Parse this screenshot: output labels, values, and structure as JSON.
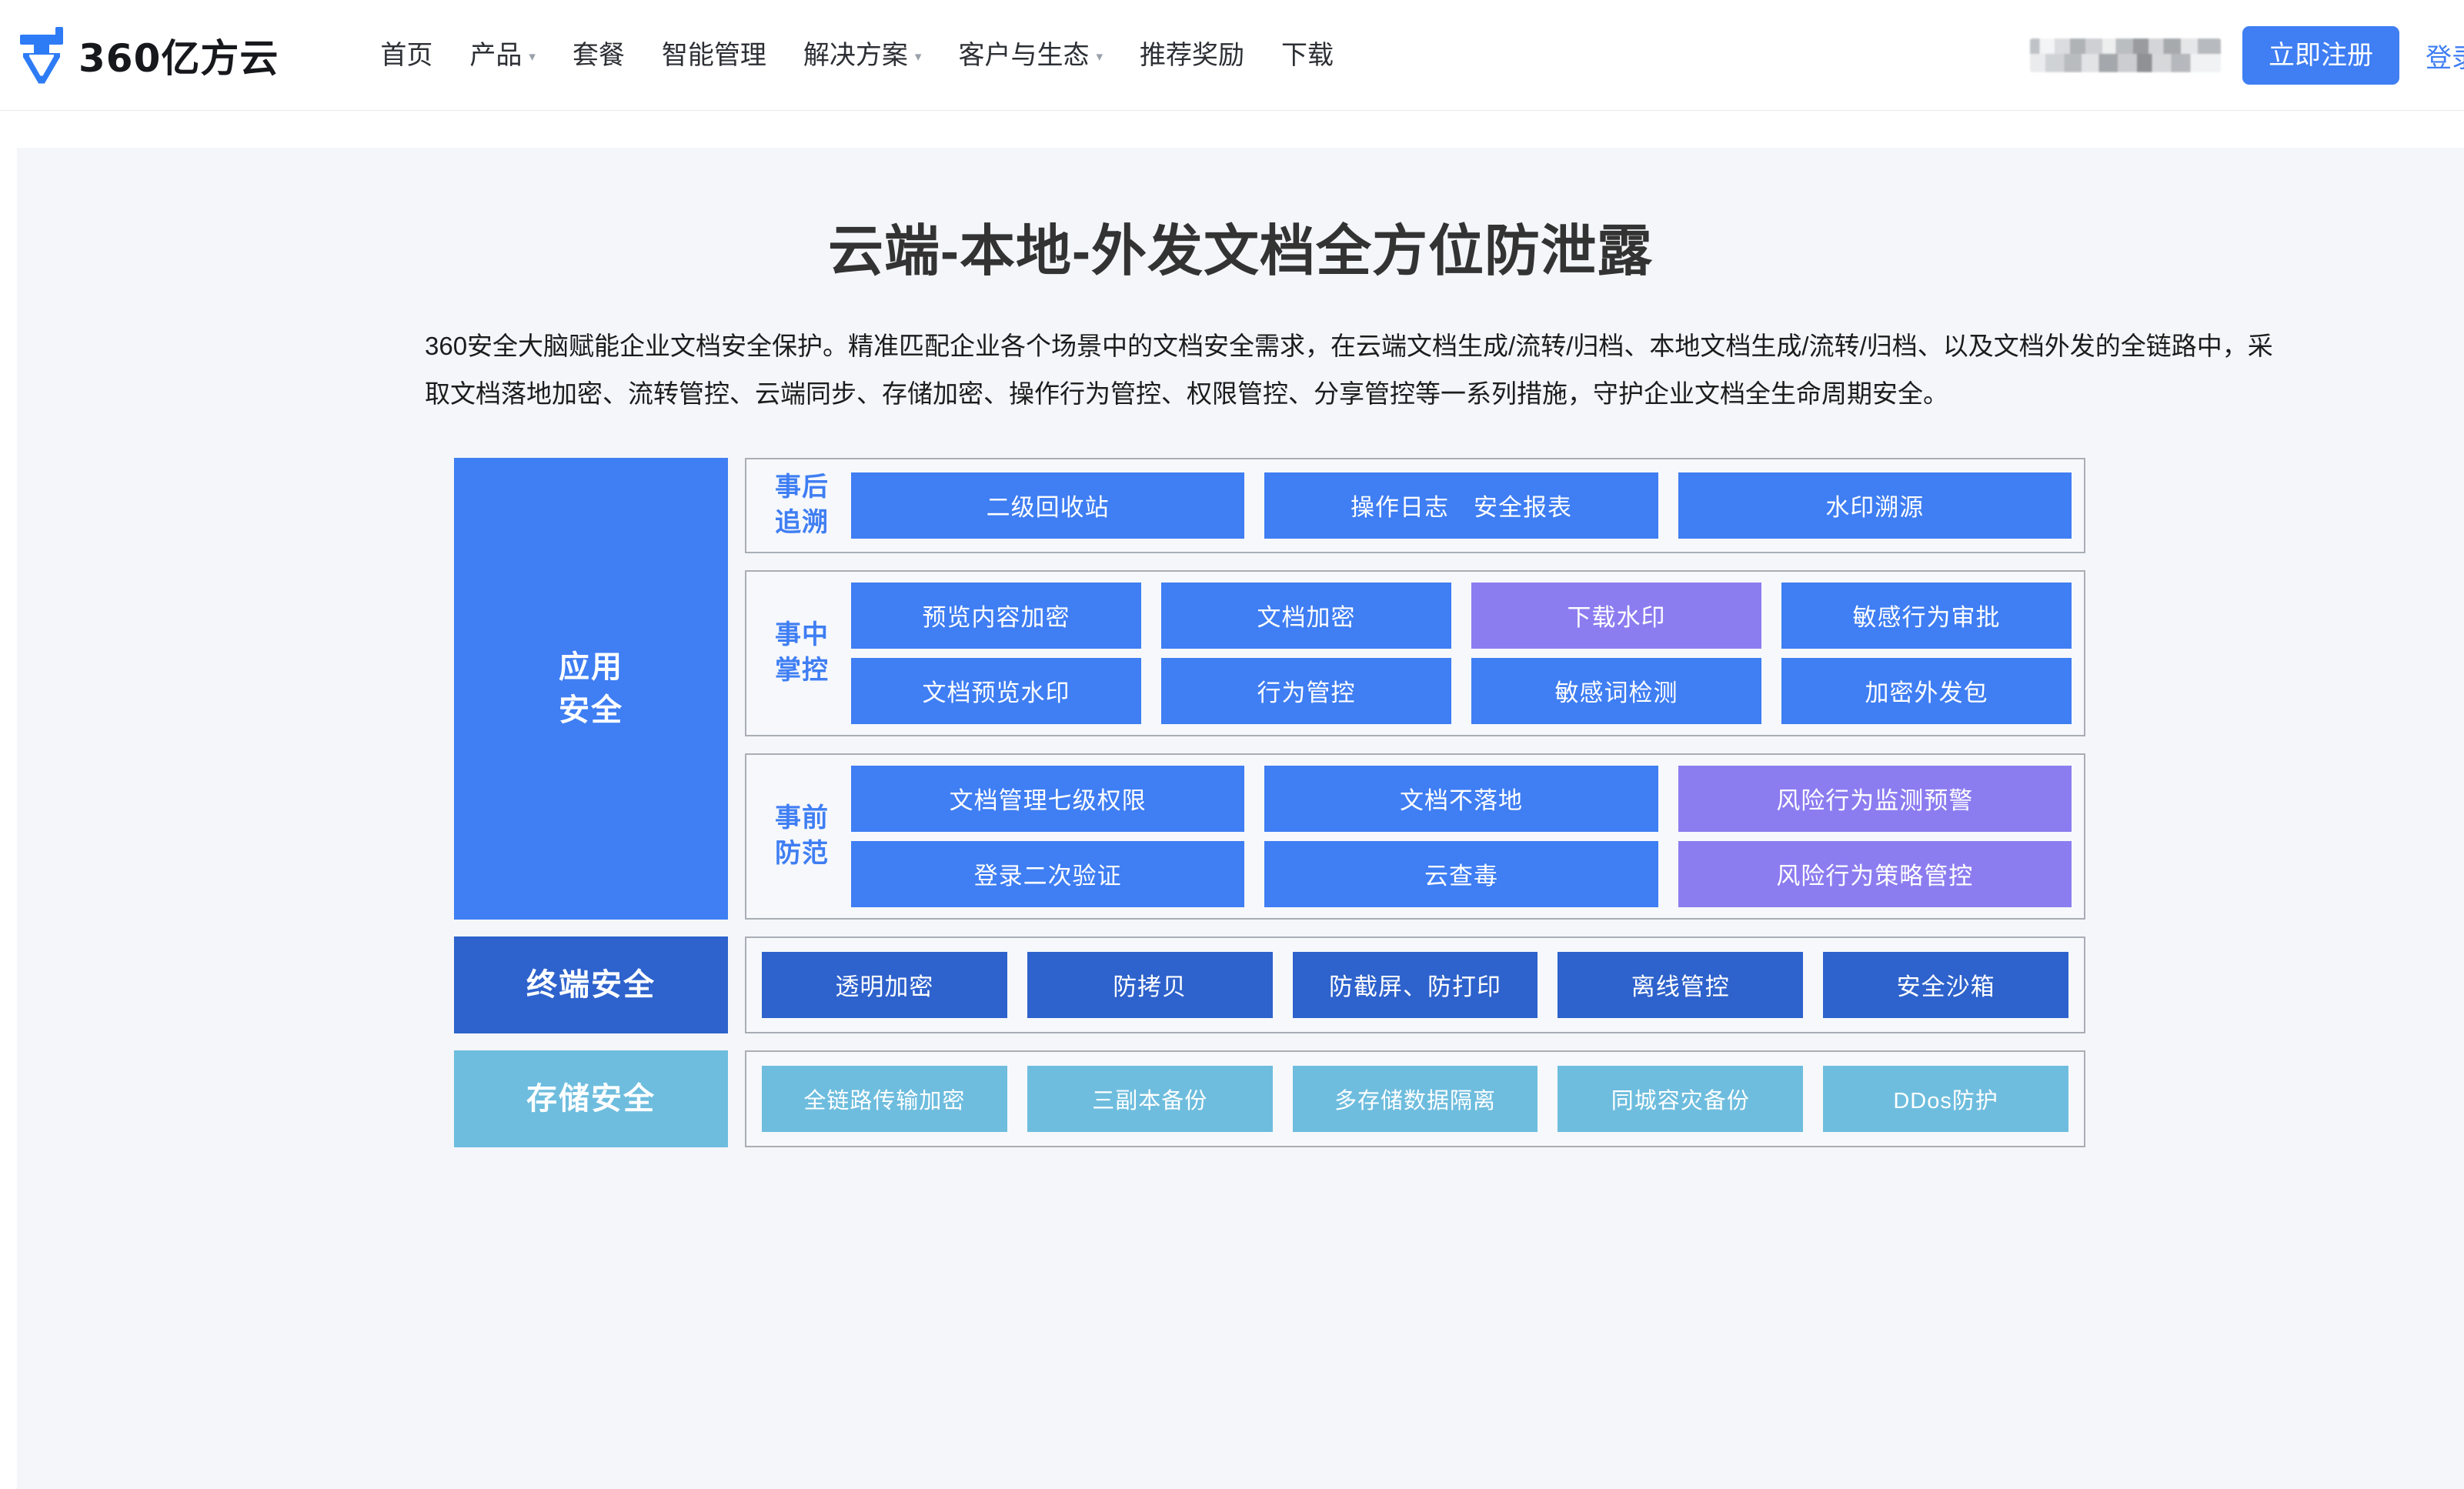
{
  "header": {
    "brand_name": "360亿方云",
    "nav": [
      {
        "label": "首页",
        "has_caret": false
      },
      {
        "label": "产品",
        "has_caret": true
      },
      {
        "label": "套餐",
        "has_caret": false
      },
      {
        "label": "智能管理",
        "has_caret": false
      },
      {
        "label": "解决方案",
        "has_caret": true
      },
      {
        "label": "客户与生态",
        "has_caret": true
      },
      {
        "label": "推荐奖励",
        "has_caret": false
      },
      {
        "label": "下载",
        "has_caret": false
      }
    ],
    "register_label": "立即注册",
    "login_label": "登录",
    "accent_color": "#3f7ef3"
  },
  "hero": {
    "title": "云端-本地-外发文档全方位防泄露",
    "description": "360安全大脑赋能企业文档安全保护。精准匹配企业各个场景中的文档安全需求，在云端文档生成/流转/归档、本地文档生成/流转/归档、以及文档外发的全链路中，采取文档落地加密、流转管控、云端同步、存储加密、操作行为管控、权限管控、分享管控等一系列措施，守护企业文档全生命周期安全。"
  },
  "diagram": {
    "tiers": [
      {
        "label": "应用\n安全",
        "label_color": "#3f7ef3",
        "groups": [
          {
            "label": "事后\n追溯",
            "rows": [
              [
                {
                  "text": "二级回收站",
                  "color": "#3f7ef3"
                },
                {
                  "text": "操作日志　安全报表",
                  "color": "#3f7ef3"
                },
                {
                  "text": "水印溯源",
                  "color": "#3f7ef3"
                }
              ]
            ]
          },
          {
            "label": "事中\n掌控",
            "rows": [
              [
                {
                  "text": "预览内容加密",
                  "color": "#3f7ef3"
                },
                {
                  "text": "文档加密",
                  "color": "#3f7ef3"
                },
                {
                  "text": "下载水印",
                  "color": "#8b7df0"
                },
                {
                  "text": "敏感行为审批",
                  "color": "#3f7ef3"
                }
              ],
              [
                {
                  "text": "文档预览水印",
                  "color": "#3f7ef3"
                },
                {
                  "text": "行为管控",
                  "color": "#3f7ef3"
                },
                {
                  "text": "敏感词检测",
                  "color": "#3f7ef3"
                },
                {
                  "text": "加密外发包",
                  "color": "#3f7ef3"
                }
              ]
            ]
          },
          {
            "label": "事前\n防范",
            "rows": [
              [
                {
                  "text": "文档管理七级权限",
                  "color": "#3f7ef3"
                },
                {
                  "text": "文档不落地",
                  "color": "#3f7ef3"
                },
                {
                  "text": "风险行为监测预警",
                  "color": "#8b7df0"
                }
              ],
              [
                {
                  "text": "登录二次验证",
                  "color": "#3f7ef3"
                },
                {
                  "text": "云查毒",
                  "color": "#3f7ef3"
                },
                {
                  "text": "风险行为策略管控",
                  "color": "#8b7df0"
                }
              ]
            ]
          }
        ]
      },
      {
        "label": "终端安全",
        "label_color": "#2e62cc",
        "groups": [
          {
            "label": "",
            "rows": [
              [
                {
                  "text": "透明加密",
                  "color": "#2e62cc"
                },
                {
                  "text": "防拷贝",
                  "color": "#2e62cc"
                },
                {
                  "text": "防截屏、防打印",
                  "color": "#2e62cc"
                },
                {
                  "text": "离线管控",
                  "color": "#2e62cc"
                },
                {
                  "text": "安全沙箱",
                  "color": "#2e62cc"
                }
              ]
            ]
          }
        ]
      },
      {
        "label": "存储安全",
        "label_color": "#6ebdde",
        "groups": [
          {
            "label": "",
            "rows": [
              [
                {
                  "text": "全链路传输加密",
                  "color": "#6ebdde"
                },
                {
                  "text": "三副本备份",
                  "color": "#6ebdde"
                },
                {
                  "text": "多存储数据隔离",
                  "color": "#6ebdde"
                },
                {
                  "text": "同城容灾备份",
                  "color": "#6ebdde"
                },
                {
                  "text": "DDos防护",
                  "color": "#6ebdde"
                }
              ]
            ]
          }
        ]
      }
    ]
  }
}
